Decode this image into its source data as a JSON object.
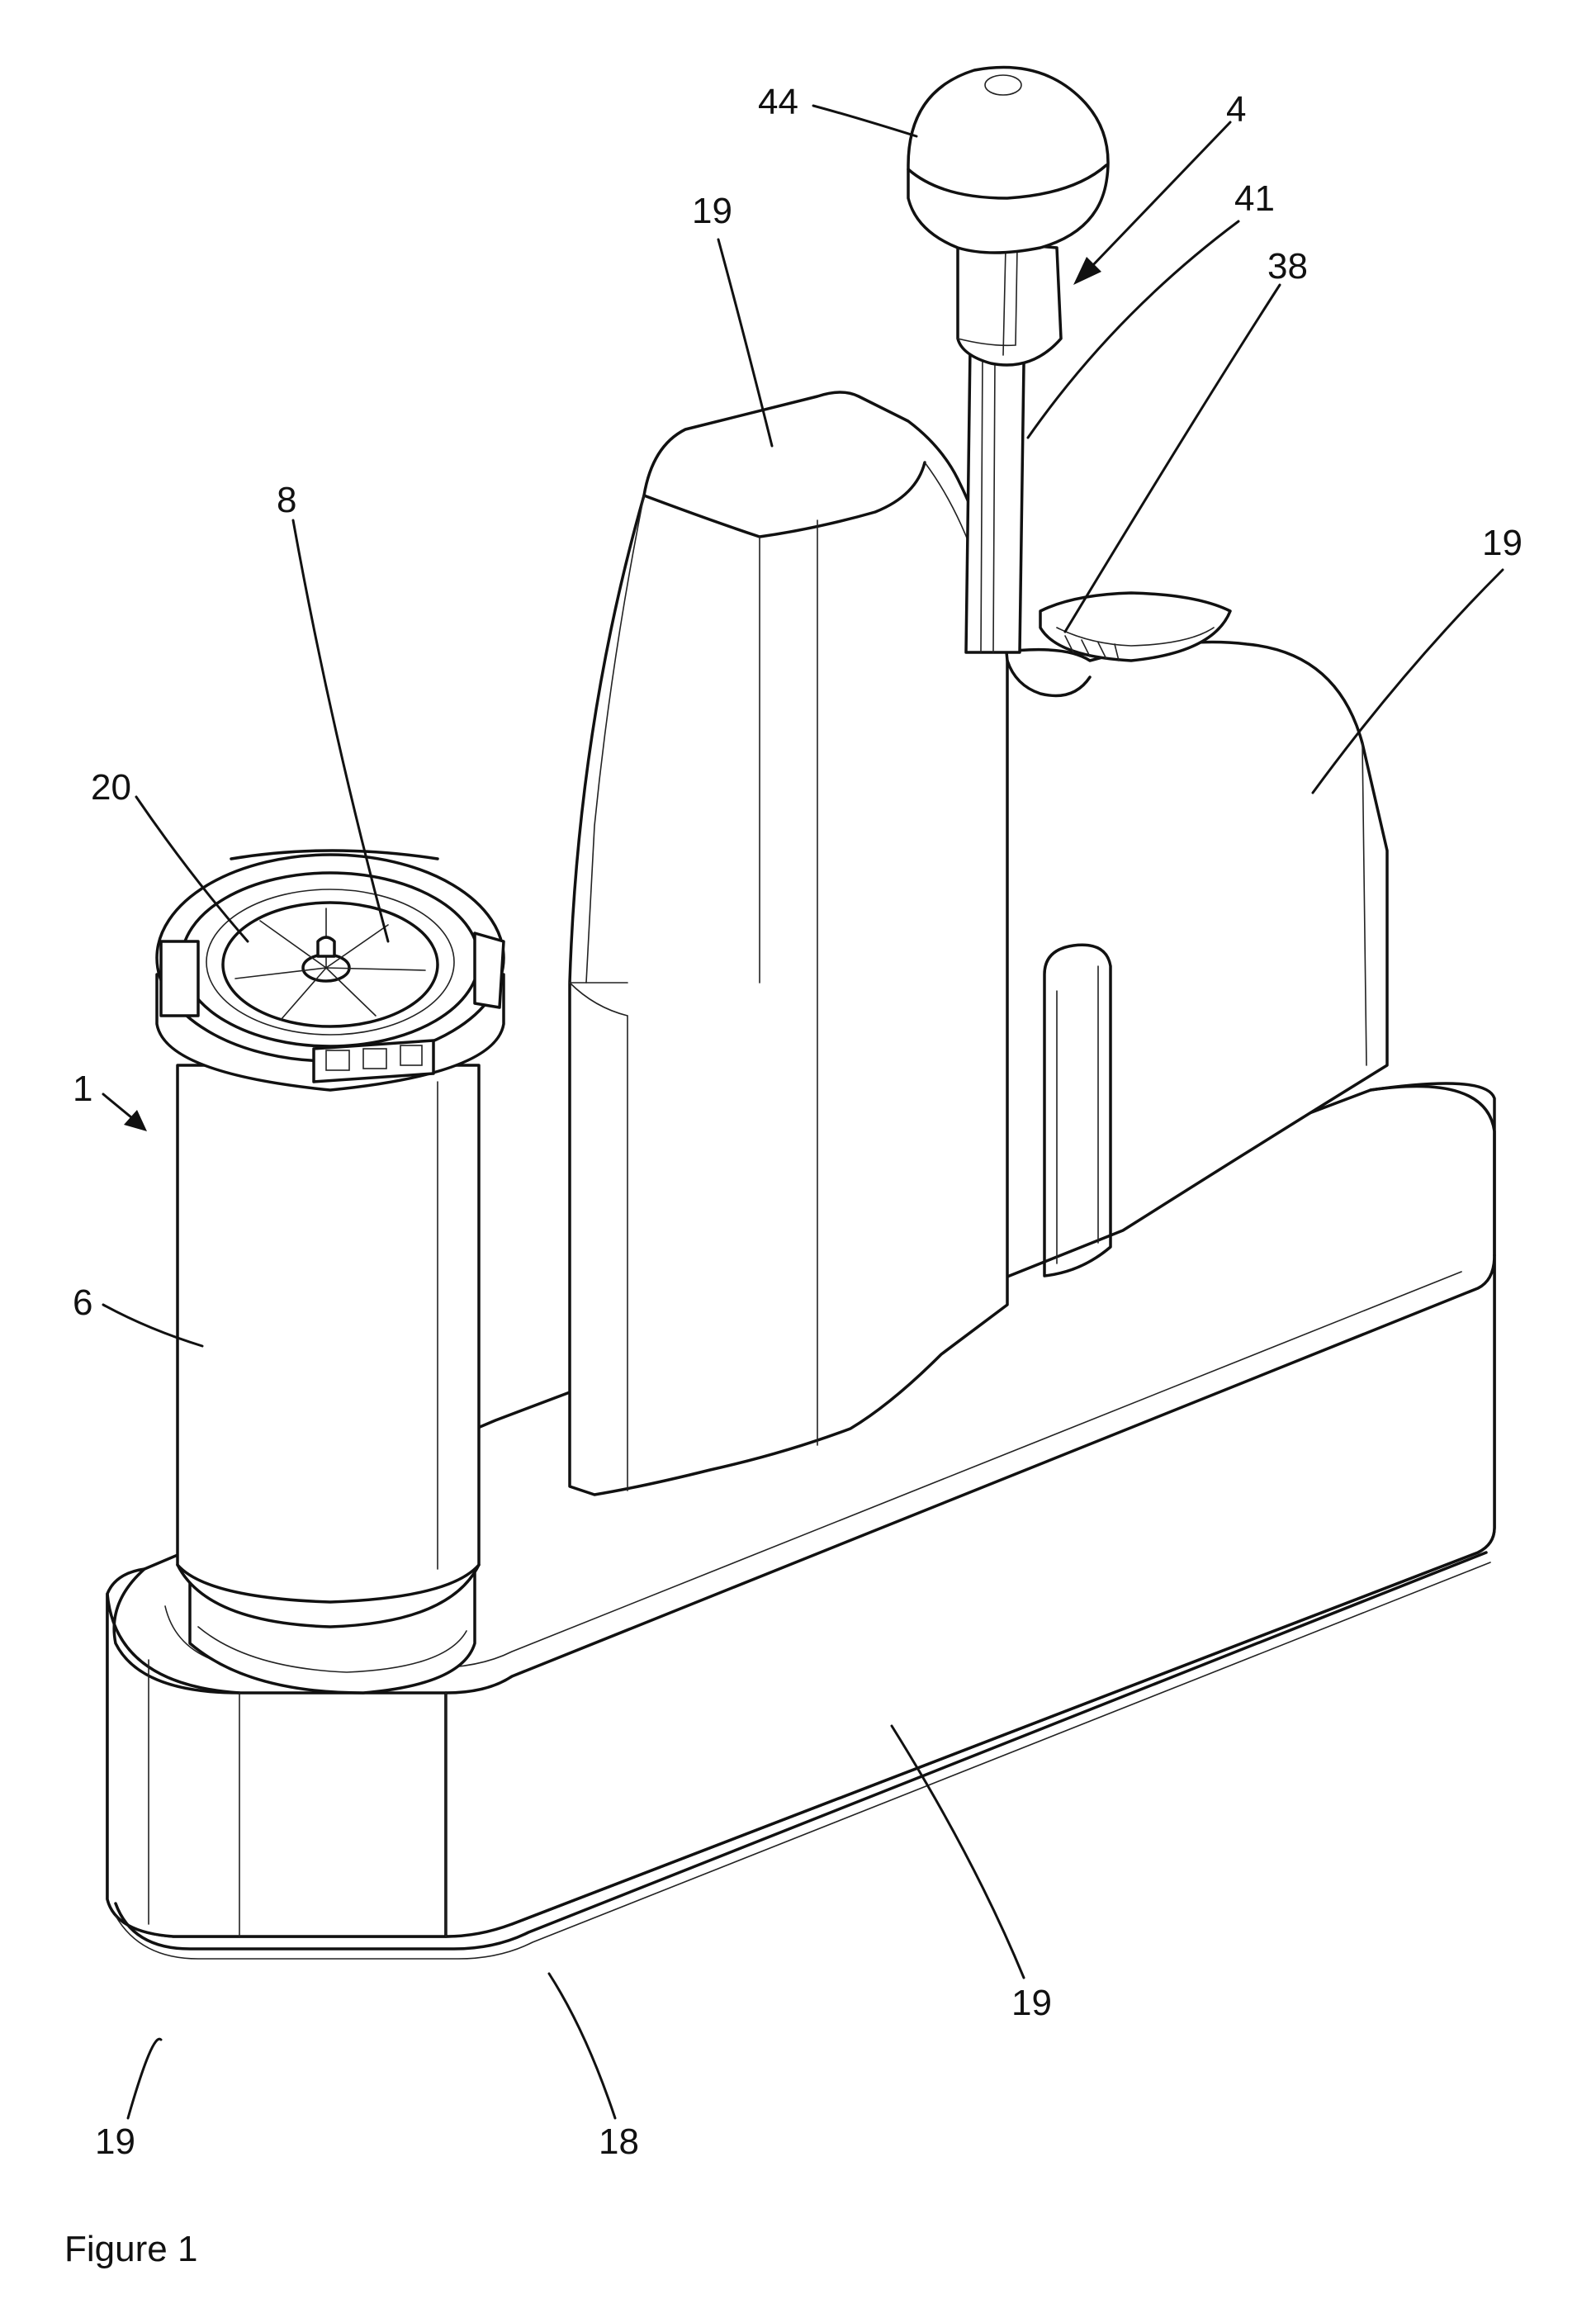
{
  "figure": {
    "caption": "Figure 1",
    "reference_numerals": {
      "knob": "44",
      "plunger_assembly": "4",
      "rod": "41",
      "rod_guide": "38",
      "housing_tower": "19",
      "housing_right": "19",
      "cap_ring": "20",
      "insert": "8",
      "device": "1",
      "cartridge": "6",
      "housing_front": "19",
      "housing_end": "19",
      "base": "18"
    }
  }
}
